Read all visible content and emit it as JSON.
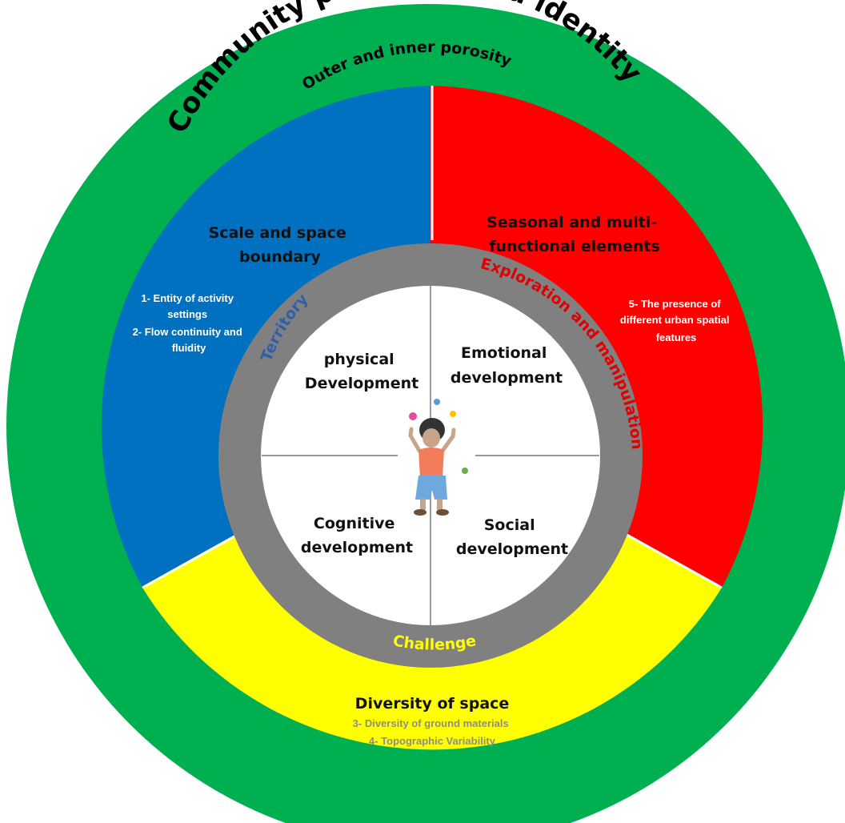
{
  "colors": {
    "outer_ring": "#00b050",
    "blue_sector": "#0070c0",
    "red_sector": "#ff0000",
    "yellow_sector": "#ffff00",
    "grey_ring": "#808080",
    "inner_circle": "#ffffff"
  },
  "outer": {
    "title": "Community presence and identity",
    "subtitle": "Outer and inner porosity"
  },
  "sectors": {
    "blue": {
      "title_lines": [
        "Scale and space",
        "boundary"
      ],
      "items": [
        "1- Entity of activity",
        "settings",
        "2- Flow continuity and",
        "fluidity"
      ]
    },
    "red": {
      "title_lines": [
        "Seasonal and multi-",
        "functional elements"
      ],
      "items": [
        "5- The presence of",
        "different urban spatial",
        "features"
      ]
    },
    "yellow": {
      "title": "Diversity of space",
      "items": [
        "3- Diversity of ground materials",
        "4- Topographic Variability"
      ]
    }
  },
  "ring_labels": {
    "left": "Territory",
    "right": "Exploration  and manipulation",
    "bottom": "Challenge"
  },
  "quadrants": {
    "top_left": [
      "physical",
      "Development"
    ],
    "top_right": [
      "Emotional",
      "development"
    ],
    "bottom_left": [
      "Cognitive",
      "development"
    ],
    "bottom_right": [
      "Social",
      "development"
    ]
  },
  "center_icon": "child-juggling-icon"
}
